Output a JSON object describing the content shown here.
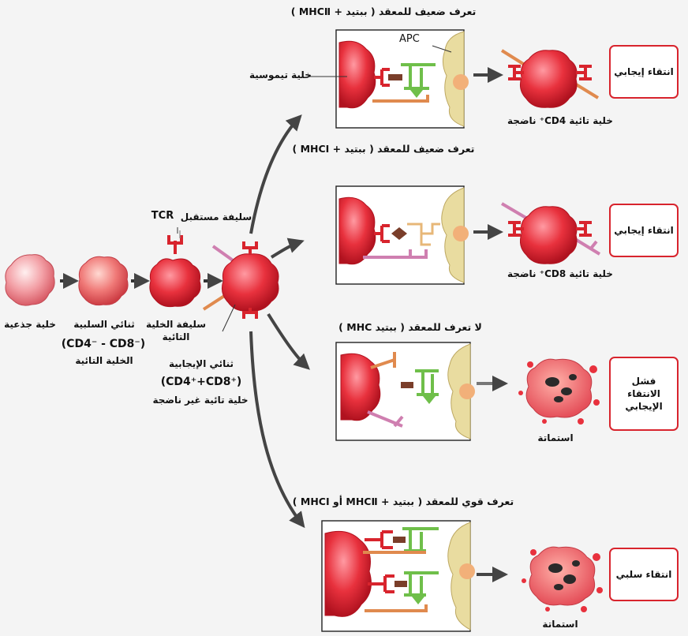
{
  "cells": {
    "stem": "خلية جذعية",
    "double_negative": "ثنائي السلبية",
    "double_negative_markers": "(CD4⁻ - CD8⁻)",
    "double_negative_sub": "الخلية التائية",
    "precursor_line1": "سليفة الخلية",
    "precursor_line2": "التائية",
    "tcr": "TCR",
    "tcr_precursor": "سليفة مستقبل",
    "double_positive": "ثنائي الإيجابية",
    "double_positive_markers": "(CD4⁺+CD8⁺)",
    "immature": "خلية تائية غير ناضجة"
  },
  "panel1": {
    "header": "تعرف ضعيف للمعقد ( ببتيد + MHCⅡ )",
    "apc": "APC",
    "thymocyte": "خلية تيموسية",
    "result_cell": "خلية تائية CD4⁺ ناضجة",
    "outcome": "انتقاء إيجابي"
  },
  "panel2": {
    "header": "تعرف ضعيف للمعقد ( ببتيد + MHCⅠ )",
    "result_cell": "خلية تائية CD8⁺ ناضجة",
    "outcome": "انتقاء إيجابي"
  },
  "panel3": {
    "header": "لا تعرف للمعقد ( ببتيد MHC )",
    "result_cell": "استماتة",
    "outcome_line1": "فشل",
    "outcome_line2": "الانتقاء",
    "outcome_line3": "الإيجابي"
  },
  "panel4": {
    "header": "تعرف قوي للمعقد ( ببتيد + MHCⅡ أو MHCⅠ )",
    "result_cell": "استماتة",
    "outcome": "انتقاء سلبي"
  },
  "colors": {
    "cell_red": "#e8313d",
    "tcr_red": "#d8242d",
    "cd4_orange": "#e08a4e",
    "cd8_pink": "#cf7fb0",
    "mhc_green": "#6fbf4a",
    "apc_tan": "#e9dca0",
    "peptide_brown": "#7a3e2a",
    "outcome_border": "#d8242d"
  }
}
